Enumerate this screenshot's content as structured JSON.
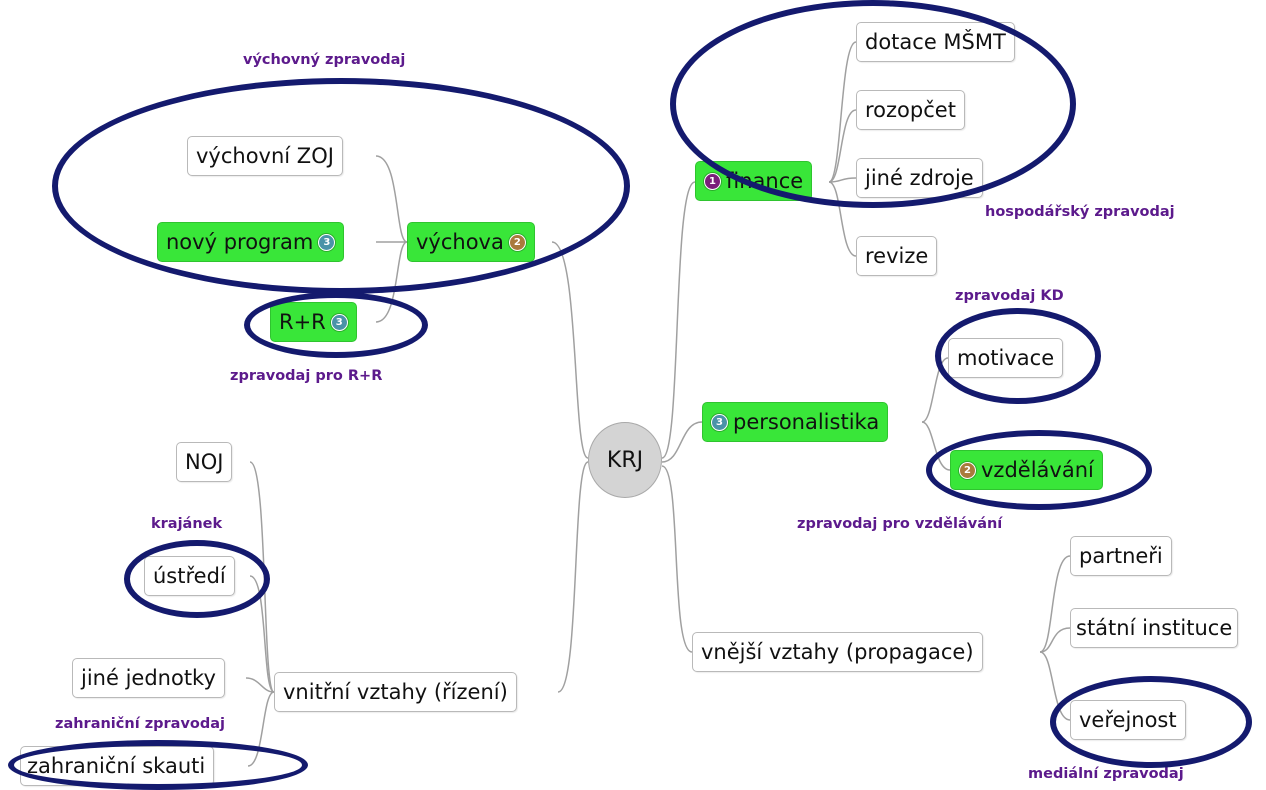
{
  "central": {
    "label": "KRJ"
  },
  "branches": {
    "vychova": {
      "label": "výchova",
      "badge": {
        "number": "2",
        "color": "#a97a3c"
      }
    },
    "vychovni_zoj": {
      "label": "výchovní ZOJ"
    },
    "novy_program": {
      "label": "nový program",
      "badge": {
        "number": "3",
        "color": "#4a93a8"
      }
    },
    "r_r": {
      "label": "R+R",
      "badge": {
        "number": "3",
        "color": "#4a93a8"
      }
    },
    "vnitrni_vztahy": {
      "label": "vnitřní vztahy (řízení)"
    },
    "noj": {
      "label": "NOJ"
    },
    "ustredi": {
      "label": "ústředí"
    },
    "jine_jednotky": {
      "label": "jiné jednotky"
    },
    "zahranicni_skauti": {
      "label": "zahraniční skauti"
    },
    "finance": {
      "label": "finance",
      "badge": {
        "number": "1",
        "color": "#7a1f7a"
      }
    },
    "dotace": {
      "label": "dotace MŠMT"
    },
    "rozpocet": {
      "label": "rozopčet"
    },
    "jine_zdroje": {
      "label": "jiné zdroje"
    },
    "revize": {
      "label": "revize"
    },
    "personalistika": {
      "label": "personalistika",
      "badge": {
        "number": "3",
        "color": "#4a93a8"
      }
    },
    "motivace": {
      "label": "motivace"
    },
    "vzdelavani": {
      "label": "vzdělávání",
      "badge": {
        "number": "2",
        "color": "#a97a3c"
      }
    },
    "vnejsi_vztahy": {
      "label": "vnější vztahy (propagace)"
    },
    "partneri": {
      "label": "partneři"
    },
    "statni_instituce": {
      "label": "státní instituce"
    },
    "verejnost": {
      "label": "veřejnost"
    }
  },
  "annotations": {
    "vychovny": "výchovný zpravodaj",
    "rr": "zpravodaj pro R+R",
    "krajanek": "krajánek",
    "zahranicni": "zahraniční zpravodaj",
    "hospodarsky": "hospodářský zpravodaj",
    "kd": "zpravodaj KD",
    "vzdelavani": "zpravodaj pro vzdělávání",
    "medialni": "mediální zpravodaj"
  },
  "colors": {
    "green_node": "#39e639",
    "root_node": "#d4d4d4",
    "highlight_ring": "#141a6e",
    "annotation_text": "#5c1a8c",
    "connector": "#a0a0a0"
  }
}
